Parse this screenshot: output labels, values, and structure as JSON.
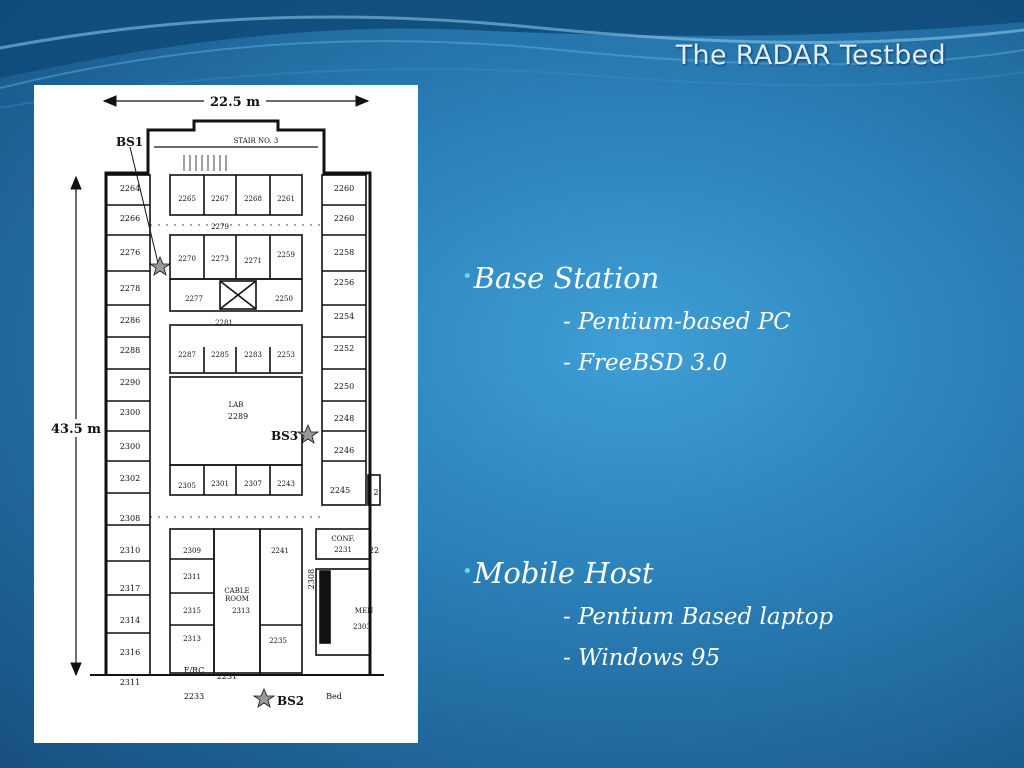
{
  "slide": {
    "title": "The RADAR Testbed"
  },
  "floor_plan": {
    "width_label": "22.5 m",
    "height_label": "43.5 m",
    "stair_label": "STAIR NO. 3",
    "base_stations": [
      "BS1",
      "BS2",
      "BS3"
    ],
    "area_labels": {
      "lab": "LAB",
      "cable_room_1": "CABLE",
      "cable_room_2": "ROOM",
      "conf": "CONF.",
      "men": "MEN"
    },
    "rooms": {
      "left_column": [
        "2264",
        "2266",
        "2276",
        "2278",
        "2286",
        "2288",
        "2290",
        "2300",
        "2300",
        "2302",
        "2308",
        "2310",
        "2317",
        "2314",
        "2316",
        "2311"
      ],
      "upper_core_top": [
        "2265",
        "2267",
        "2268",
        "2261"
      ],
      "upper_core_mid": [
        "2270",
        "2273",
        "2271",
        "2259"
      ],
      "upper_core_corr": "2279",
      "upper_core_low": [
        "2277",
        "2250"
      ],
      "core_corridor": "2281",
      "core_row": [
        "2287",
        "2285",
        "2283",
        "2253"
      ],
      "lab_room": "2289",
      "lower_core_row": [
        "2305",
        "2301",
        "2307",
        "2243"
      ],
      "lower_left": [
        "2309",
        "2311",
        "2315",
        "2313"
      ],
      "cable_room_no": "2313",
      "lower_right": [
        "2241",
        "2235"
      ],
      "conf_room_no": "2231",
      "men_room_no": "2303",
      "right_column": [
        "2260",
        "2260",
        "2258",
        "2256",
        "2254",
        "2252",
        "2250",
        "2248",
        "2246",
        "2245"
      ],
      "right_partial": [
        "22",
        "2"
      ],
      "side_label": "2308",
      "bottom_misc": [
        "2231",
        "2233",
        "Bed",
        "F/RC"
      ]
    }
  },
  "bullets": [
    {
      "heading": "Base Station",
      "items": [
        "- Pentium-based PC",
        "- FreeBSD 3.0"
      ]
    },
    {
      "heading": "Mobile Host",
      "items": [
        "- Pentium Based laptop",
        "- Windows 95"
      ]
    }
  ],
  "colors": {
    "background_center": "#3f9fd6",
    "background_edge": "#174f7e",
    "bullet_dot": "#6fd3e8",
    "text": "#ffffff"
  }
}
